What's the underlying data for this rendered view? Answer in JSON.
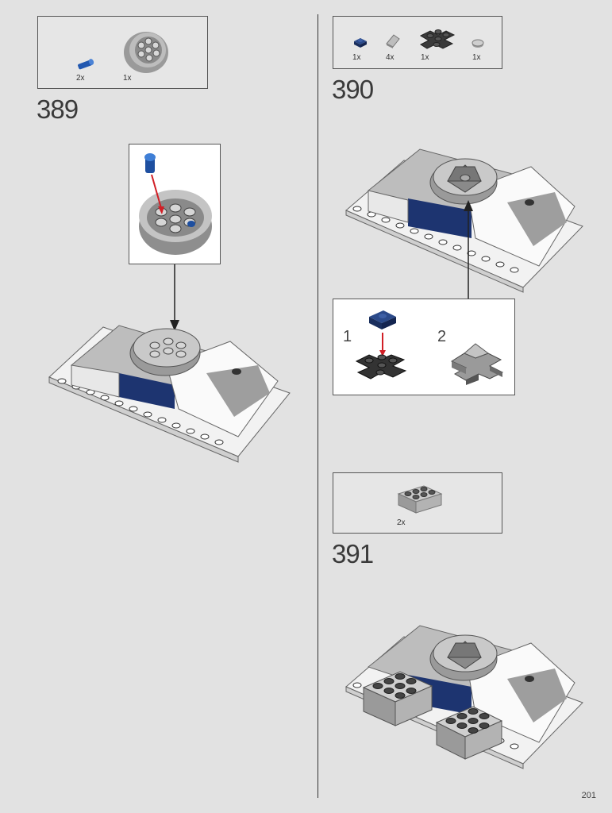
{
  "page_number": "201",
  "steps": [
    {
      "number": "389",
      "parts": [
        {
          "qty": "2x",
          "icon": "blue-pin-icon"
        },
        {
          "qty": "1x",
          "icon": "round-dish-icon"
        }
      ]
    },
    {
      "number": "390",
      "parts": [
        {
          "qty": "1x",
          "icon": "dark-blue-plate-icon"
        },
        {
          "qty": "4x",
          "icon": "grey-slope-icon"
        },
        {
          "qty": "1x",
          "icon": "black-cross-plate-icon"
        },
        {
          "qty": "1x",
          "icon": "round-tile-icon"
        }
      ],
      "substeps": [
        "1",
        "2"
      ]
    },
    {
      "number": "391",
      "parts": [
        {
          "qty": "2x",
          "icon": "grey-brick-2x3-icon"
        }
      ]
    }
  ],
  "colors": {
    "page_bg": "#e2e2e2",
    "blue": "#1e4fa0",
    "dark_blue": "#1d3470",
    "grey": "#a8a8a8",
    "dark_grey": "#555555",
    "red_arrow": "#d11f26",
    "tan": "#cdbf95"
  }
}
